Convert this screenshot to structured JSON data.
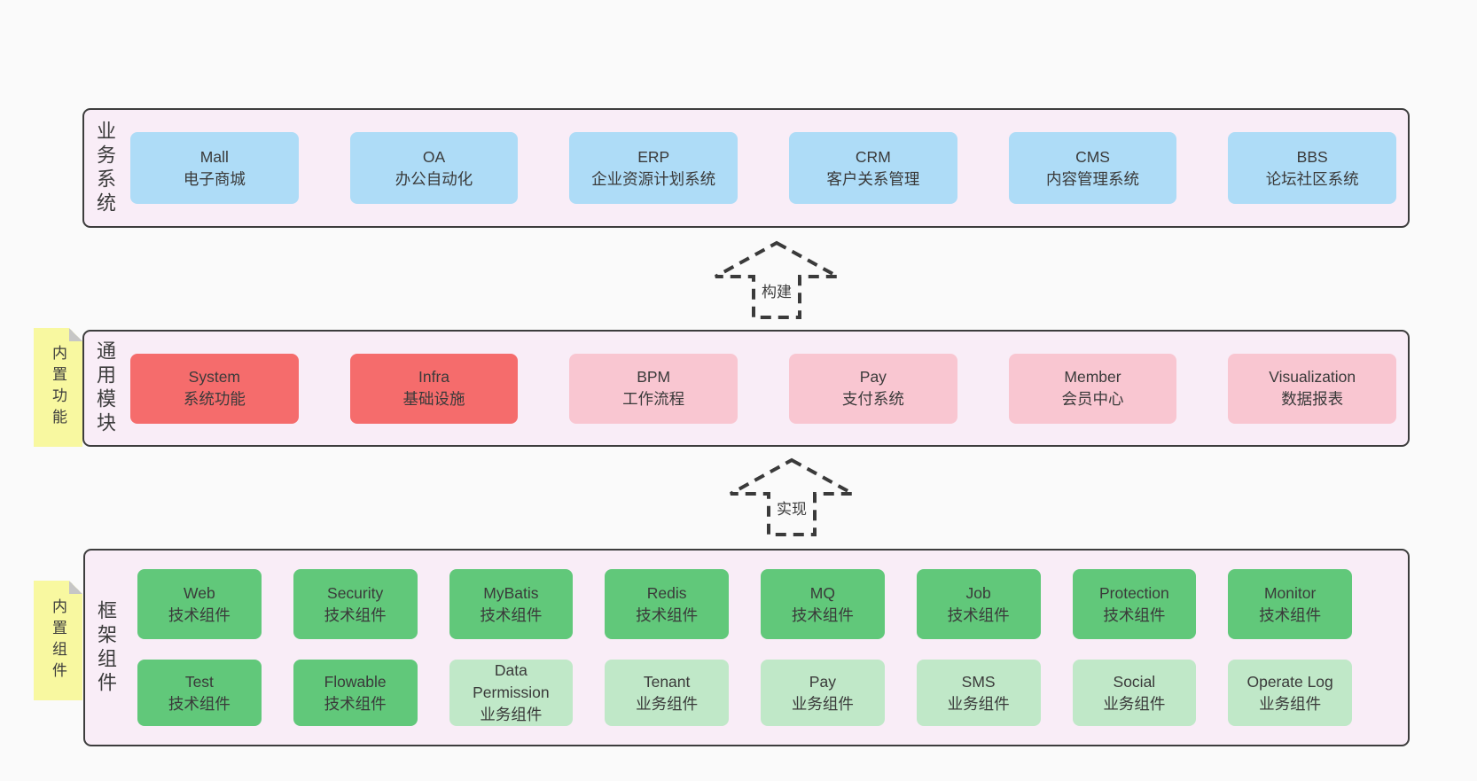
{
  "colors": {
    "page_bg": "#fafafa",
    "panel_bg": "#f9edf7",
    "panel_border": "#3d3d3d",
    "box_blue": "#aedcf7",
    "box_red": "#f56c6c",
    "box_pink": "#f9c6d1",
    "box_green": "#61c87a",
    "box_light_green": "#c0e8c8",
    "sticky_yellow": "#f8f8a0",
    "sticky_fold_gray": "#c6c6c6",
    "text": "#3c3c3c"
  },
  "sections": {
    "business": {
      "label": "业务系统",
      "boxes": [
        {
          "title": "Mall",
          "subtitle": "电子商城"
        },
        {
          "title": "OA",
          "subtitle": "办公自动化"
        },
        {
          "title": "ERP",
          "subtitle": "企业资源计划系统"
        },
        {
          "title": "CRM",
          "subtitle": "客户关系管理"
        },
        {
          "title": "CMS",
          "subtitle": "内容管理系统"
        },
        {
          "title": "BBS",
          "subtitle": "论坛社区系统"
        }
      ]
    },
    "modules": {
      "label": "通用模块",
      "sticky": "内置功能",
      "boxes": [
        {
          "title": "System",
          "subtitle": "系统功能"
        },
        {
          "title": "Infra",
          "subtitle": "基础设施"
        },
        {
          "title": "BPM",
          "subtitle": "工作流程"
        },
        {
          "title": "Pay",
          "subtitle": "支付系统"
        },
        {
          "title": "Member",
          "subtitle": "会员中心"
        },
        {
          "title": "Visualization",
          "subtitle": "数据报表"
        }
      ]
    },
    "framework": {
      "label": "框架组件",
      "sticky": "内置组件",
      "row1": [
        {
          "title": "Web",
          "subtitle": "技术组件"
        },
        {
          "title": "Security",
          "subtitle": "技术组件"
        },
        {
          "title": "MyBatis",
          "subtitle": "技术组件"
        },
        {
          "title": "Redis",
          "subtitle": "技术组件"
        },
        {
          "title": "MQ",
          "subtitle": "技术组件"
        },
        {
          "title": "Job",
          "subtitle": "技术组件"
        },
        {
          "title": "Protection",
          "subtitle": "技术组件"
        },
        {
          "title": "Monitor",
          "subtitle": "技术组件"
        }
      ],
      "row2": [
        {
          "title": "Test",
          "subtitle": "技术组件"
        },
        {
          "title": "Flowable",
          "subtitle": "技术组件"
        },
        {
          "title": "Data Permission",
          "subtitle": "业务组件"
        },
        {
          "title": "Tenant",
          "subtitle": "业务组件"
        },
        {
          "title": "Pay",
          "subtitle": "业务组件"
        },
        {
          "title": "SMS",
          "subtitle": "业务组件"
        },
        {
          "title": "Social",
          "subtitle": "业务组件"
        },
        {
          "title": "Operate Log",
          "subtitle": "业务组件"
        }
      ]
    }
  },
  "arrows": {
    "build": "构建",
    "implement": "实现"
  }
}
